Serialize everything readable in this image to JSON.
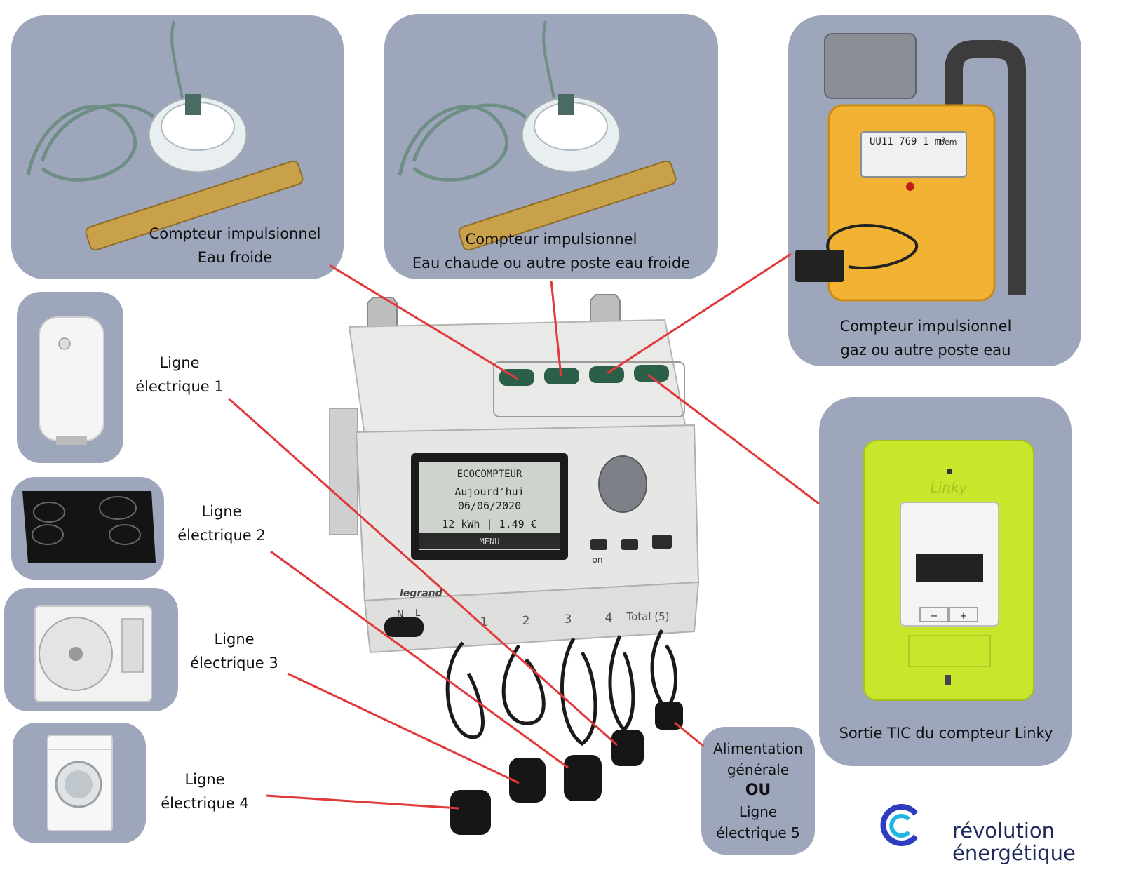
{
  "panels": {
    "water_cold": {
      "caption_line1": "Compteur impulsionnel",
      "caption_line2": "Eau froide"
    },
    "water_hot": {
      "caption_line1": "Compteur impulsionnel",
      "caption_line2": "Eau chaude ou autre poste eau froide"
    },
    "gas": {
      "caption_line1": "Compteur impulsionnel",
      "caption_line2": "gaz ou autre poste eau",
      "meter_reading": "UU11 769 1 m³",
      "meter_brand": "bem"
    },
    "linky": {
      "caption": "Sortie TIC du compteur Linky",
      "meter_name": "Linky",
      "minus": "−",
      "plus": "+"
    },
    "alimentation": {
      "line1": "Alimentation",
      "line2": "générale",
      "line3": "OU",
      "line4": "Ligne",
      "line5": "électrique 5"
    }
  },
  "lines": [
    {
      "line1": "Ligne",
      "line2": "électrique 1"
    },
    {
      "line1": "Ligne",
      "line2": "électrique 2"
    },
    {
      "line1": "Ligne",
      "line2": "électrique 3"
    },
    {
      "line1": "Ligne",
      "line2": "électrique 4"
    }
  ],
  "device": {
    "screen_title": "ECOCOMPTEUR",
    "screen_line1": "Aujourd'hui",
    "screen_line2": "06/06/2020",
    "screen_line3": "12 kWh  |  1.49 €",
    "screen_menu": "MENU",
    "brand": "legrand",
    "on_label": "on",
    "terminal_n": "N",
    "terminal_l": "L",
    "input_labels": [
      "1",
      "2",
      "3",
      "4",
      "Total (5)"
    ]
  },
  "logo": {
    "line1": "révolution",
    "line2": "énergétique"
  },
  "colors": {
    "panel": "#9ea6bc",
    "connector": "#e03a3a",
    "linky_green": "#c8e62c",
    "gas_yellow": "#f2b233",
    "device_body": "#e6e6e4"
  }
}
